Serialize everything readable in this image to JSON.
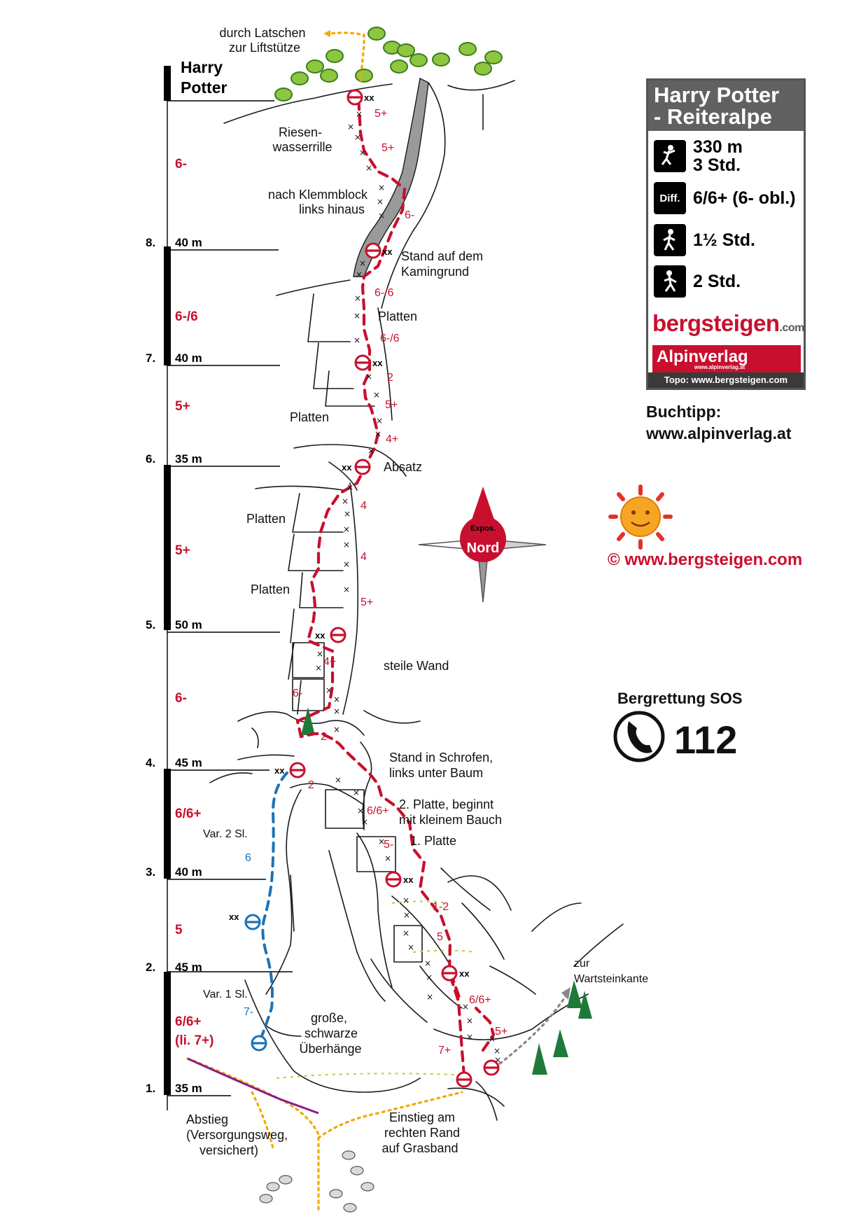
{
  "route": {
    "name_line1": "Harry",
    "name_line2": "Potter"
  },
  "scale": {
    "pitches": [
      {
        "num": "1.",
        "length": "35 m"
      },
      {
        "num": "2.",
        "length": "45 m"
      },
      {
        "num": "3.",
        "length": "40 m"
      },
      {
        "num": "4.",
        "length": "45 m"
      },
      {
        "num": "5.",
        "length": "50 m"
      },
      {
        "num": "6.",
        "length": "35 m"
      },
      {
        "num": "7.",
        "length": "40 m"
      },
      {
        "num": "8.",
        "length": "40 m"
      }
    ],
    "grades": [
      "6/6+",
      "(li. 7+)",
      "5",
      "6/6+",
      "6-",
      "5+",
      "5+",
      "6-/6",
      "6-"
    ]
  },
  "route_grades": [
    "5+",
    "5+",
    "6-",
    "6-/6",
    "6-/6",
    "2",
    "5+",
    "4+",
    "4",
    "4",
    "5+",
    "4+",
    "6-",
    "2",
    "2",
    "6/6+",
    "5-",
    "1-2",
    "5",
    "6/6+",
    "5+",
    "7+"
  ],
  "variant": {
    "upper_label": "Var. 2 Sl.",
    "upper_grade": "6",
    "lower_label": "Var. 1 Sl.",
    "lower_grade": "7-"
  },
  "belay_mark": "xx",
  "annotations": {
    "top_exit_1": "durch Latschen",
    "top_exit_2": "zur Liftstütze",
    "riesen_1": "Riesen-",
    "riesen_2": "wasserrille",
    "klemm_1": "nach Klemmblock",
    "klemm_2": "links hinaus",
    "stand_kamin_1": "Stand auf dem",
    "stand_kamin_2": "Kamingrund",
    "platten": "Platten",
    "absatz": "Absatz",
    "steile_wand": "steile Wand",
    "stand_schrofen_1": "Stand in Schrofen,",
    "stand_schrofen_2": "links unter Baum",
    "platte2_1": "2. Platte, beginnt",
    "platte2_2": "mit kleinem Bauch",
    "platte1": "1. Platte",
    "wartstein_1": "zur",
    "wartstein_2": "Wartsteinkante",
    "ueberhang_1": "große,",
    "ueberhang_2": "schwarze",
    "ueberhang_3": "Überhänge",
    "einstieg_1": "Einstieg am",
    "einstieg_2": "rechten Rand",
    "einstieg_3": "auf Grasband",
    "abstieg_1": "Abstieg",
    "abstieg_2": "(Versorgungsweg,",
    "abstieg_3": "versichert)"
  },
  "compass": {
    "line1": "Expos.",
    "line2": "Nord"
  },
  "info": {
    "title_1": "Harry Potter",
    "title_2": "- Reiteralpe",
    "height": "330 m",
    "time": "3 Std.",
    "diff_icon": "Diff.",
    "difficulty": "6/6+ (6- obl.)",
    "approach": "1½ Std.",
    "descent": "2 Std.",
    "brand1": "bergsteigen",
    "brand1_suffix": ".com",
    "brand2": "Alpinverlag",
    "brand2_url": "www.alpinverlag.at",
    "topo": "Topo: www.bergsteigen.com"
  },
  "icons": [
    "climber-icon",
    "hiker-approach-icon",
    "hiker-descent-icon",
    "phone-icon",
    "sun-icon",
    "compass-icon"
  ],
  "book_tip": {
    "line1": "Buchtipp:",
    "line2": "www.alpinverlag.at"
  },
  "copyright": "©  www.bergsteigen.com",
  "sos": {
    "title": "Bergrettung SOS",
    "number": "112"
  },
  "colors": {
    "route": "#c8102e",
    "variant": "#1a73b8",
    "descent": "#f2a900",
    "panel": "#616161"
  }
}
